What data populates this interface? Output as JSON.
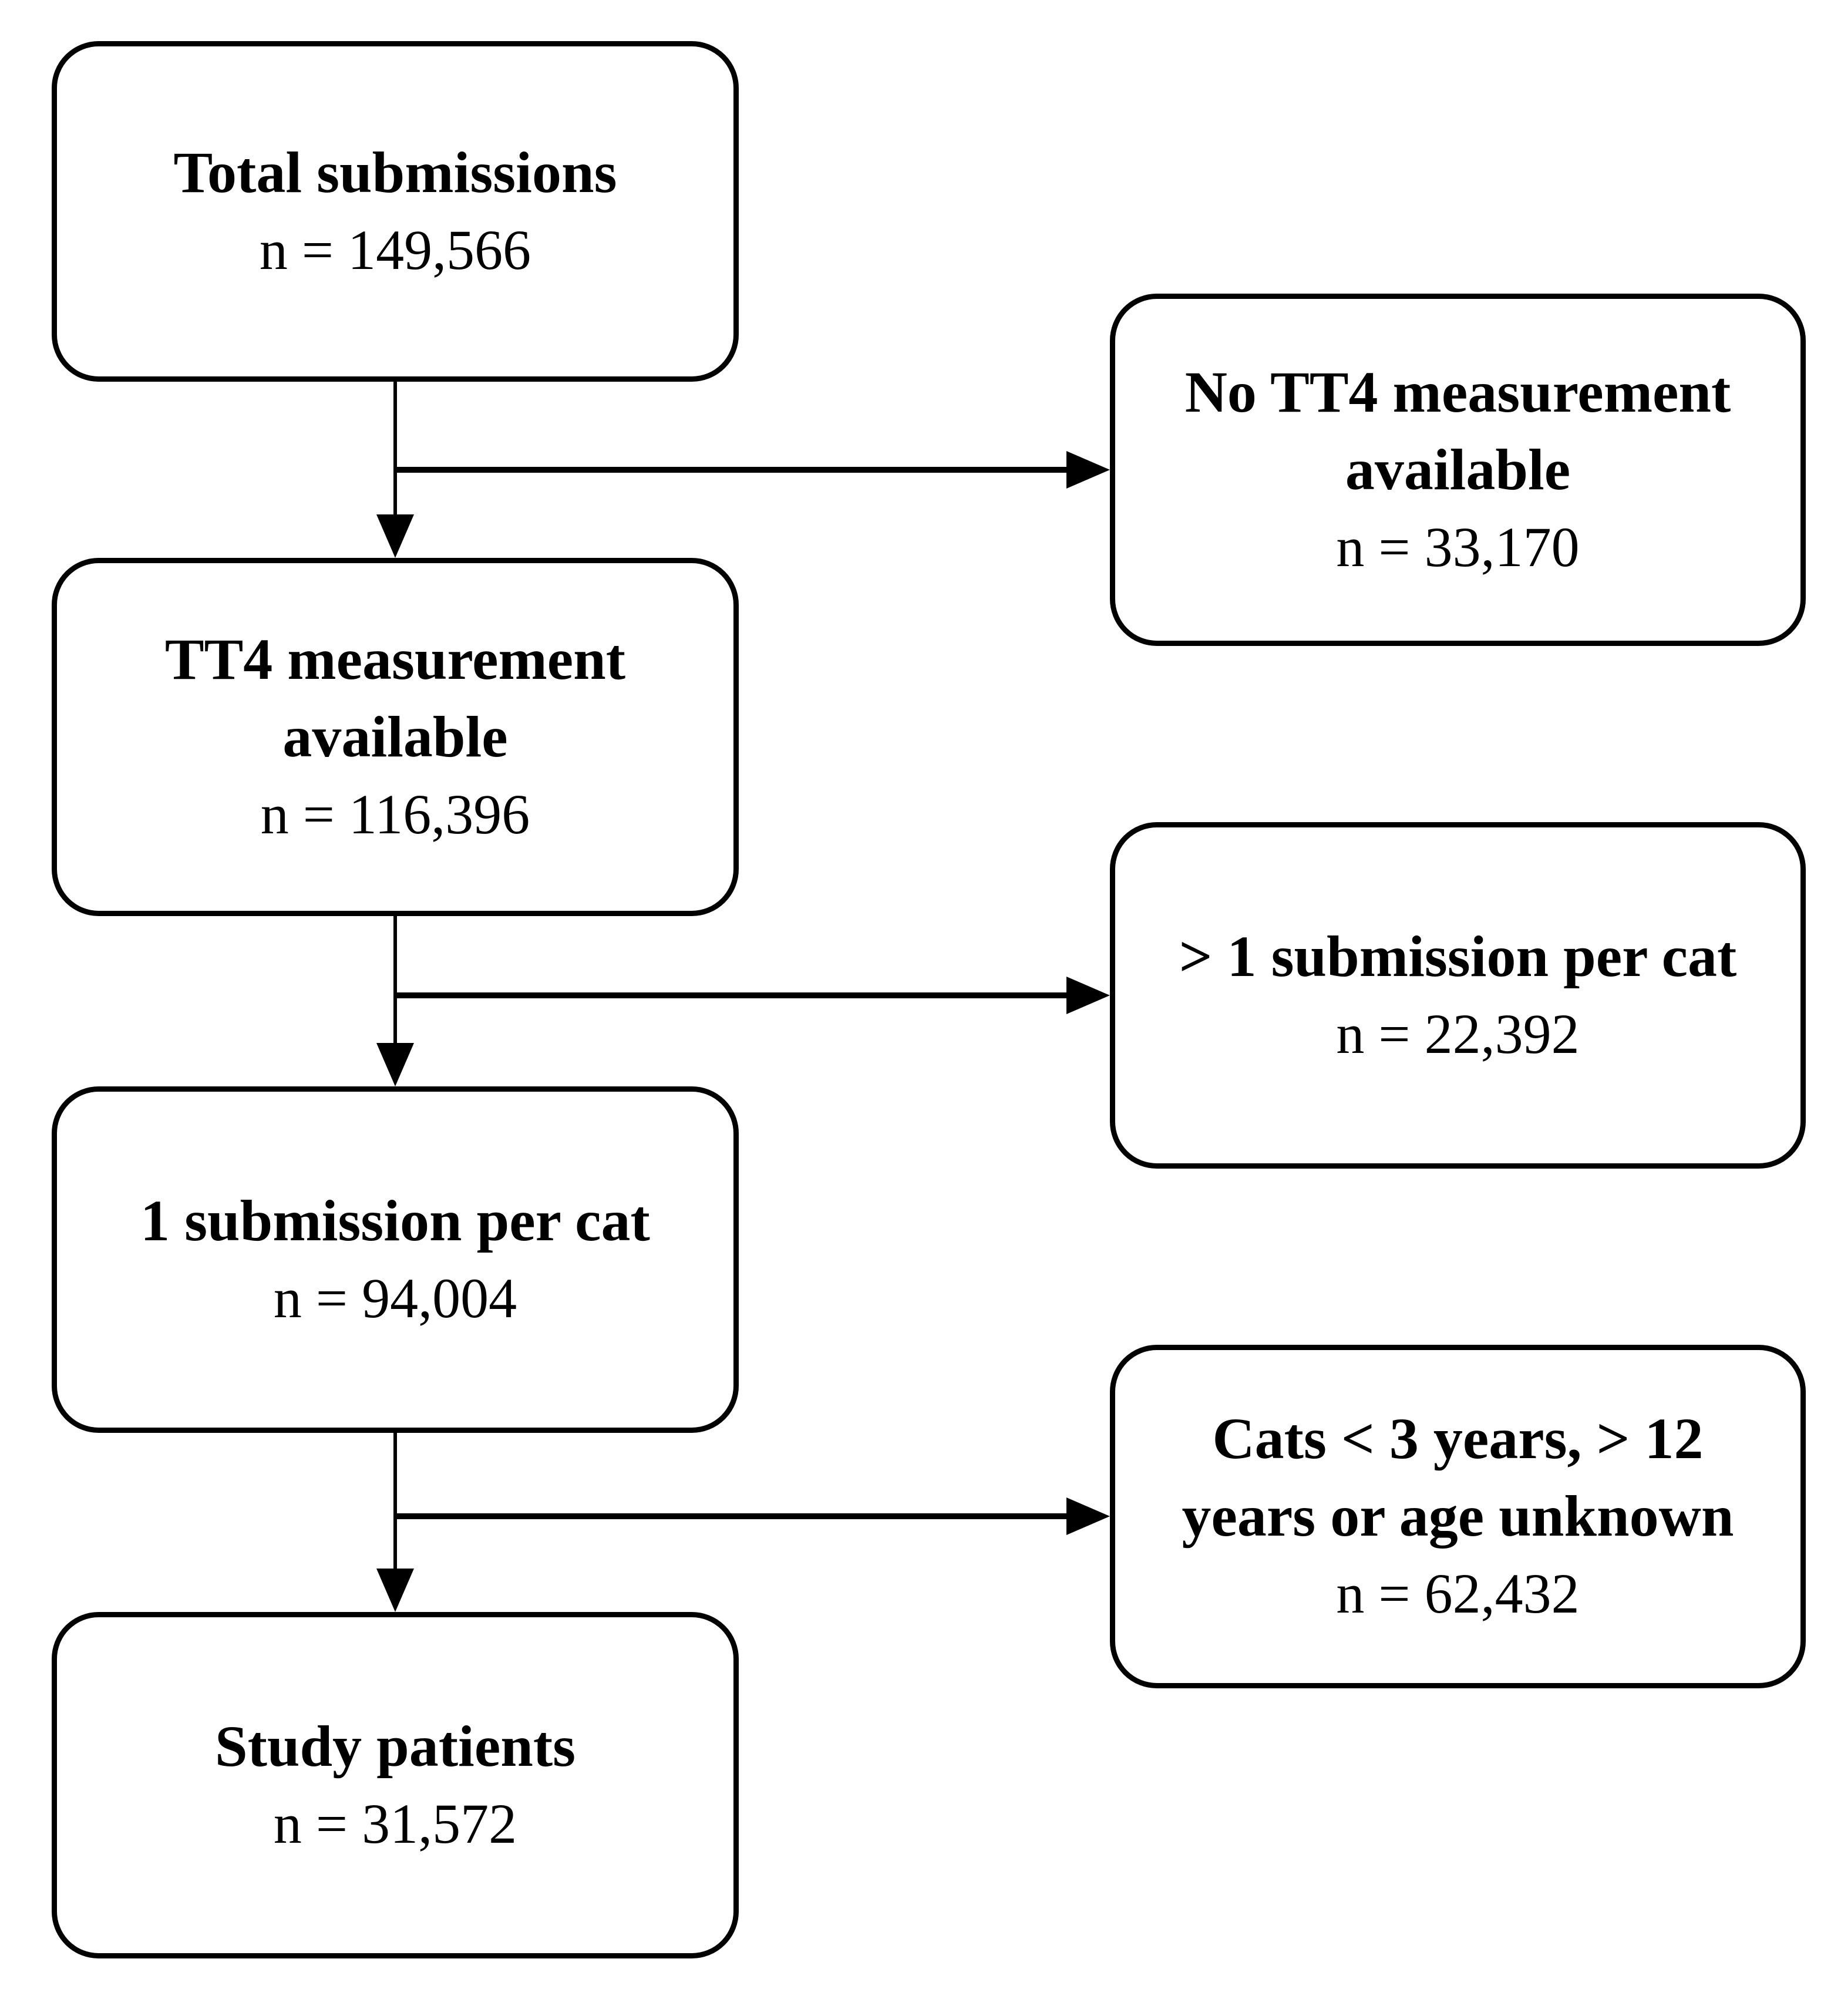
{
  "page": {
    "background": "#ffffff"
  },
  "flowchart": {
    "colors": {
      "line": "#000000",
      "box_border": "#000000",
      "box_fill": "#ffffff",
      "text": "#000000"
    },
    "main_boxes": [
      {
        "name": "total-submissions",
        "title": "Total submissions",
        "count": "n = 149,566"
      },
      {
        "name": "tt4-measurement-available",
        "title": "TT4 measurement\navailable",
        "count": "n = 116,396"
      },
      {
        "name": "one-submission-per-cat",
        "title": "1 submission per cat",
        "count": "n = 94,004"
      },
      {
        "name": "study-patients",
        "title": "Study patients",
        "count": "n = 31,572"
      }
    ],
    "exclusion_boxes": [
      {
        "name": "no-tt4-measurement",
        "title": "No TT4 measurement\navailable",
        "count": "n = 33,170"
      },
      {
        "name": "more-than-one-submission-per-cat",
        "title": "> 1 submission per cat",
        "count": "n = 22,392"
      },
      {
        "name": "age-excluded",
        "title": "Cats < 3 years, > 12\nyears or age unknown",
        "count": "n = 62,432"
      }
    ]
  }
}
